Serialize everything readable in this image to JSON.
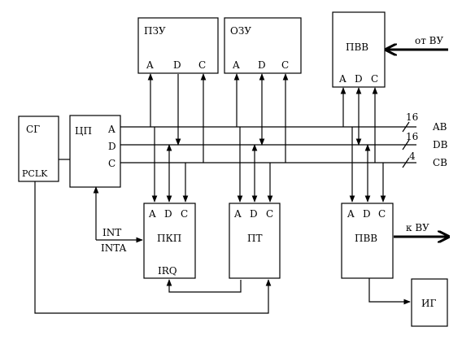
{
  "blocks": {
    "pzu": {
      "title": "ПЗУ",
      "pins": [
        "A",
        "D",
        "C"
      ]
    },
    "ozu": {
      "title": "ОЗУ",
      "pins": [
        "A",
        "D",
        "C"
      ]
    },
    "pvv_top": {
      "title": "ПВВ",
      "pins": [
        "A",
        "D",
        "C"
      ]
    },
    "sg": {
      "title": "СГ",
      "output": "PCLK"
    },
    "cp": {
      "title": "ЦП",
      "pins": [
        "A",
        "D",
        "C"
      ]
    },
    "pkp": {
      "title": "ПКП",
      "pins": [
        "A",
        "D",
        "C"
      ],
      "extra": "IRQ"
    },
    "pt": {
      "title": "ПТ",
      "pins": [
        "A",
        "D",
        "C"
      ]
    },
    "pvv_bottom": {
      "title": "ПВВ",
      "pins": [
        "A",
        "D",
        "C"
      ]
    },
    "ig": {
      "title": "ИГ"
    }
  },
  "buses": [
    {
      "name": "AB",
      "width": "16"
    },
    {
      "name": "DB",
      "width": "16"
    },
    {
      "name": "CB",
      "width": "4"
    }
  ],
  "external": {
    "from_device": "от ВУ",
    "to_device": "к ВУ"
  },
  "signals": {
    "int": "INT",
    "inta": "INTA"
  }
}
